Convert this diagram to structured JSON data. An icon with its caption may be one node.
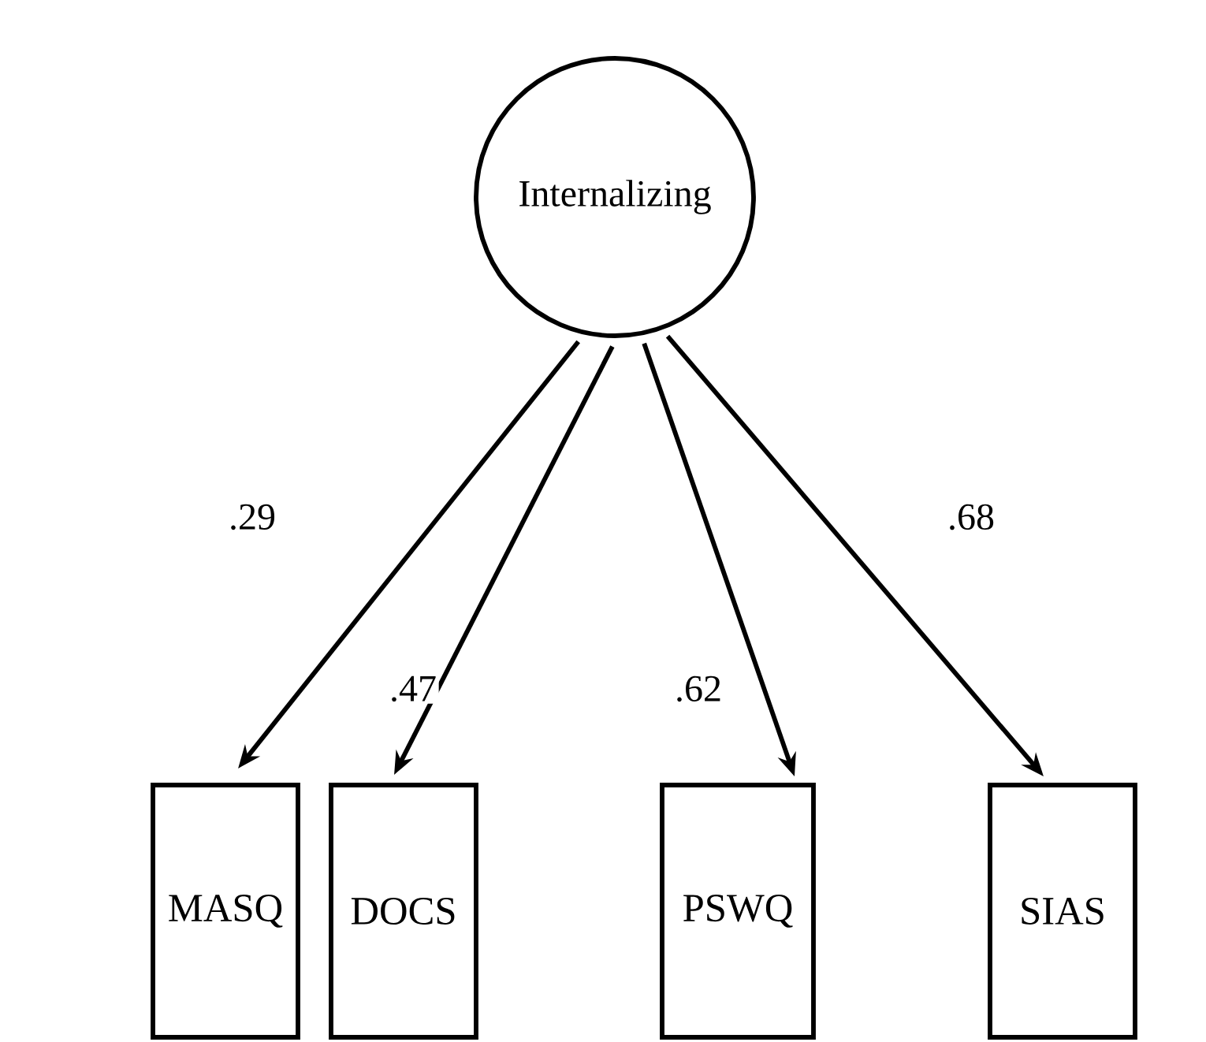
{
  "diagram": {
    "nodes": [
      {
        "text": [
          "Internalizing"
        ]
      },
      {
        "text": [
          "MASQ"
        ]
      },
      {
        "text": [
          "DOCS"
        ]
      },
      {
        "text": [
          "PSWQ"
        ]
      },
      {
        "text": [
          "SIAS"
        ]
      }
    ],
    "edges": [
      {
        "from": 0,
        "to": 1,
        "arrow": "to",
        "label": ".29"
      },
      {
        "from": 0,
        "to": 2,
        "arrow": "to",
        "label": ".47"
      },
      {
        "from": 0,
        "to": 3,
        "arrow": "to",
        "label": ".62"
      },
      {
        "from": 0,
        "to": 4,
        "arrow": "to",
        "label": ".68"
      }
    ]
  }
}
